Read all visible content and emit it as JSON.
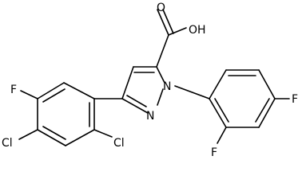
{
  "molecule": {
    "atom_labels": {
      "oh": "OH",
      "o": "O",
      "n1": "N",
      "n2": "N",
      "f_left": "F",
      "cl_left": "Cl",
      "cl_right": "Cl",
      "f_ortho": "F",
      "f_para": "F"
    }
  }
}
